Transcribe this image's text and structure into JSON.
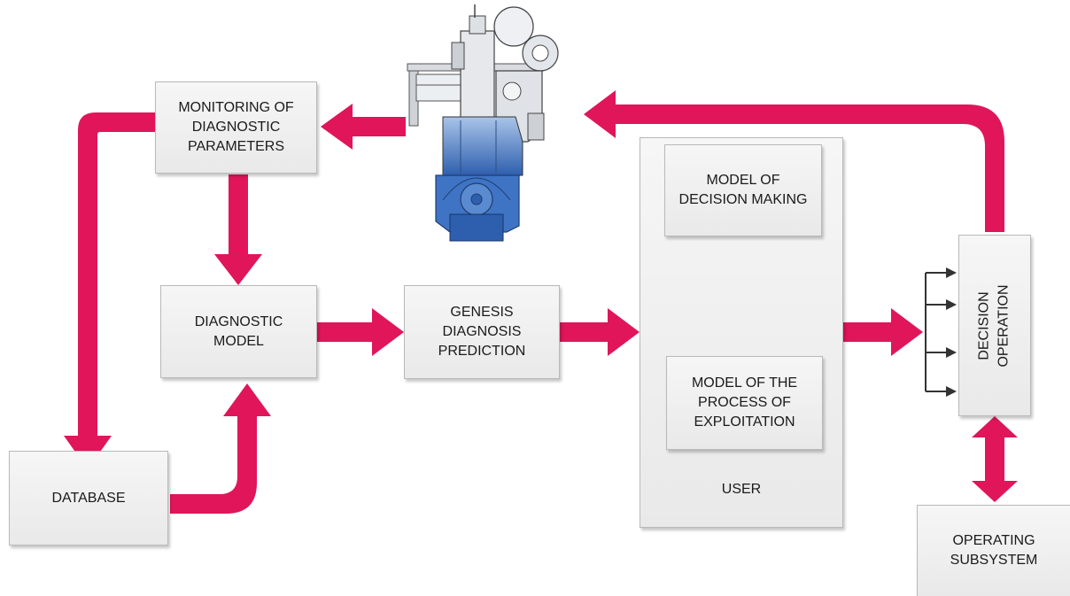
{
  "boxes": {
    "monitoring": "MONITORING OF\nDIAGNOSTIC\nPARAMETERS",
    "diagnostic_model": "DIAGNOSTIC\nMODEL",
    "genesis": "GENESIS\nDIAGNOSIS\nPREDICTION",
    "database": "DATABASE",
    "user": "USER",
    "model_decision": "MODEL OF\nDECISION MAKING",
    "model_process": "MODEL OF THE\nPROCESS OF\nEXPLOITATION",
    "decision_operation": "DECISION\nOPERATION",
    "operating_subsystem": "OPERATING\nSUBSYSTEM"
  },
  "colors": {
    "arrow": "#e0155a",
    "diamond": "#7ef2c0",
    "engine_blue": "#3f74c4",
    "box_border": "#b9b9b9"
  },
  "icons": {
    "engine": "marine-diesel-engine-illustration"
  }
}
